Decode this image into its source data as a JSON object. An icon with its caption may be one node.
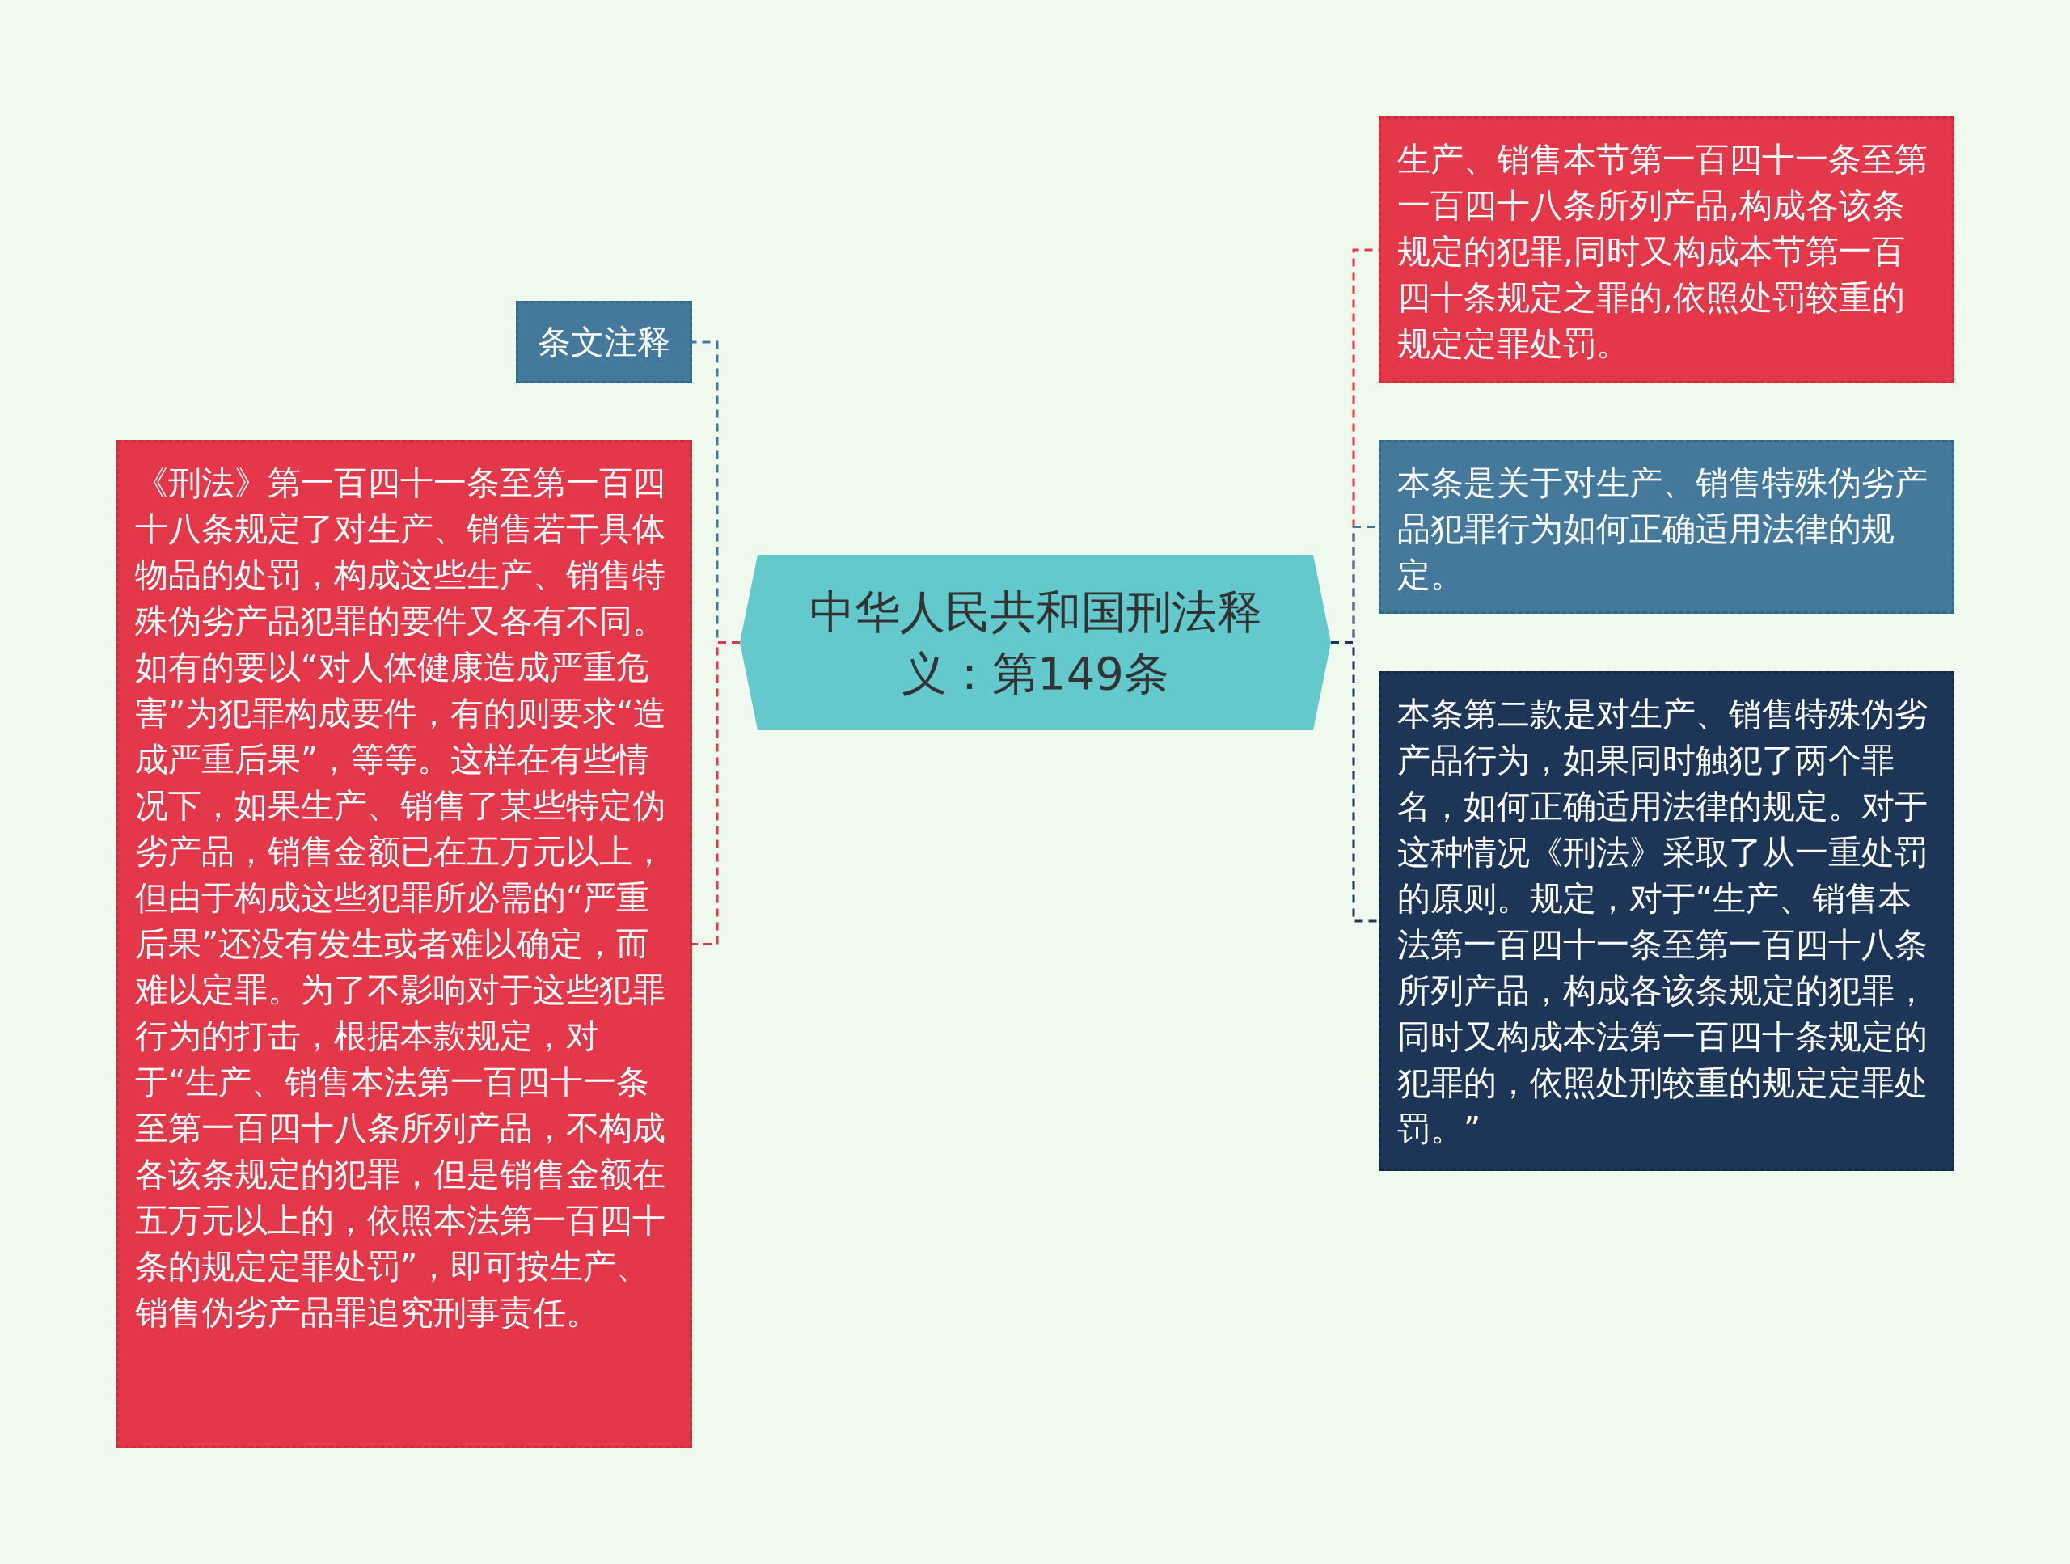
{
  "diagram": {
    "nodes": [
      {
        "text": [
          "中华人民共和国刑法释义：第149条"
        ]
      },
      {
        "text": [
          "条文注释"
        ]
      },
      {
        "text": [
          "《刑法》第一百四十一条至第一百四十八条规定了对生产、销售若干具体物品的处罚，构成这些生产、销售特殊伪劣产品犯罪的要件又各有不同。如有的要以“对人体健康造成严重危害”为犯罪构成要件，有的则要求“造成严重后果”，等等。这样在有些情况下，如果生产、销售了某些特定伪劣产品，销售金额已在五万元以上，但由于构成这些犯罪所必需的“严重后果”还没有发生或者难以确定，而难以定罪。为了不影响对于这些犯罪行为的打击，根据本款规定，对于“生产、销售本法第一百四十一条至第一百四十八条所列产品，不构成各该条规定的犯罪，但是销售金额在五万元以上的，依照本法第一百四十条的规定定罪处罚”，即可按生产、销售伪劣产品罪追究刑事责任。"
        ]
      },
      {
        "text": [
          "生产、销售本节第一百四十一条至第一百四十八条所列产品,构成各该条规定的犯罪,同时又构成本节第一百四十条规定之罪的,依照处罚较重的规定定罪处罚。"
        ]
      },
      {
        "text": [
          "本条是关于对生产、销售特殊伪劣产品犯罪行为如何正确适用法律的规定。"
        ]
      },
      {
        "text": [
          "本条第二款是对生产、销售特殊伪劣产品行为，如果同时触犯了两个罪名，如何正确适用法律的规定。对于这种情况《刑法》采取了从一重处罚的原则。规定，对于“生产、销售本法第一百四十一条至第一百四十八条所列产品，构成各该条规定的犯罪，同时又构成本法第一百四十条规定的犯罪的，依照处刑较重的规定定罪处罚。”"
        ]
      }
    ],
    "edges": [
      {
        "from": 0,
        "to": 1,
        "arrow": "none",
        "style": "dashed",
        "color": "#44799b"
      },
      {
        "from": 0,
        "to": 2,
        "arrow": "none",
        "style": "dashed",
        "color": "#e5374a"
      },
      {
        "from": 0,
        "to": 3,
        "arrow": "none",
        "style": "dashed",
        "color": "#e5374a"
      },
      {
        "from": 0,
        "to": 4,
        "arrow": "none",
        "style": "dashed",
        "color": "#44799b"
      },
      {
        "from": 0,
        "to": 5,
        "arrow": "none",
        "style": "dashed",
        "color": "#1d3557"
      }
    ]
  }
}
